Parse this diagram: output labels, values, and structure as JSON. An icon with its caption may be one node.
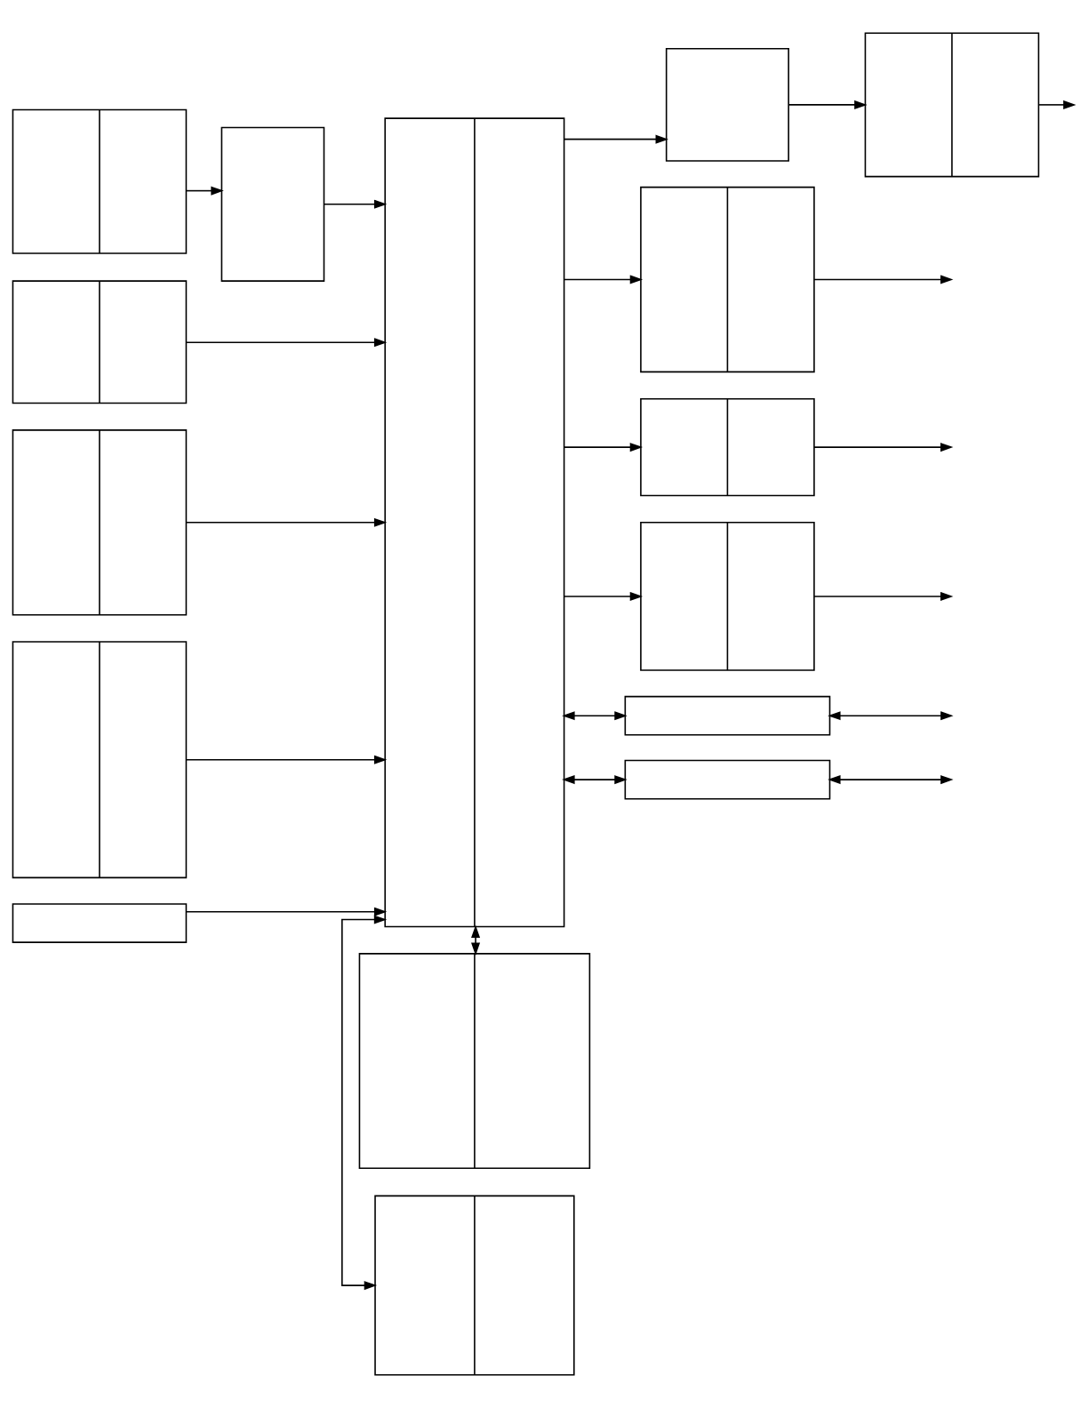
{
  "diagram": {
    "nodes": [
      {
        "text": [],
        "shape": "box"
      },
      {
        "text": [],
        "shape": "box"
      },
      {
        "text": [],
        "shape": "box"
      },
      {
        "text": [],
        "shape": "box"
      },
      {
        "text": [],
        "shape": "box"
      },
      {
        "text": [],
        "shape": "box"
      },
      {
        "text": [],
        "shape": "box"
      },
      {
        "text": [],
        "shape": "box"
      },
      {
        "text": [],
        "shape": "box"
      },
      {
        "text": [],
        "shape": "box"
      },
      {
        "text": [],
        "shape": "box"
      },
      {
        "text": [],
        "shape": "box"
      },
      {
        "text": [],
        "shape": "box"
      },
      {
        "text": [],
        "shape": "box"
      },
      {
        "text": [],
        "shape": "box"
      },
      {
        "text": [],
        "shape": "box"
      }
    ],
    "edges": [
      {
        "from": 0,
        "to": 5,
        "arrow": "to"
      },
      {
        "from": 5,
        "to": 6,
        "arrow": "to"
      },
      {
        "from": 1,
        "to": 6,
        "arrow": "to"
      },
      {
        "from": 2,
        "to": 6,
        "arrow": "to"
      },
      {
        "from": 3,
        "to": 6,
        "arrow": "to"
      },
      {
        "from": 4,
        "to": 6,
        "arrow": "to"
      },
      {
        "from": 6,
        "to": 7,
        "arrow": "to"
      },
      {
        "from": 7,
        "to": 8,
        "arrow": "to"
      },
      {
        "from": 8,
        "to": null,
        "arrow": "to"
      },
      {
        "from": 6,
        "to": 9,
        "arrow": "to"
      },
      {
        "from": 9,
        "to": null,
        "arrow": "to"
      },
      {
        "from": 6,
        "to": 10,
        "arrow": "to"
      },
      {
        "from": 10,
        "to": null,
        "arrow": "to"
      },
      {
        "from": 6,
        "to": 11,
        "arrow": "to"
      },
      {
        "from": 11,
        "to": null,
        "arrow": "to"
      },
      {
        "from": 6,
        "to": 12,
        "arrow": "both"
      },
      {
        "from": 12,
        "to": null,
        "arrow": "both"
      },
      {
        "from": 6,
        "to": 13,
        "arrow": "both"
      },
      {
        "from": 13,
        "to": null,
        "arrow": "both"
      },
      {
        "from": 6,
        "to": 14,
        "arrow": "both"
      },
      {
        "from": 6,
        "to": 15,
        "arrow": "both"
      }
    ]
  }
}
